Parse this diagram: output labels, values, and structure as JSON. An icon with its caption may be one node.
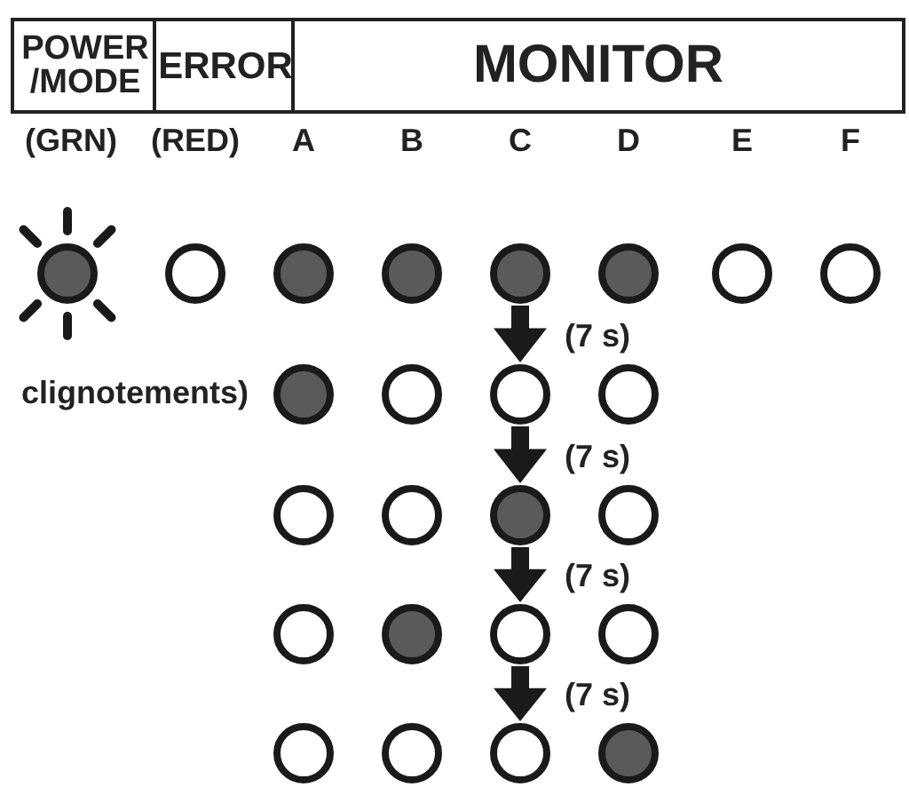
{
  "diagram": {
    "nodes": [
      {
        "text": [
          "POWER /MODE"
        ]
      },
      {
        "text": [
          "ERROR"
        ]
      },
      {
        "text": [
          "MONITOR"
        ]
      },
      {
        "text": [],
        "shape": "circle"
      },
      {
        "text": [],
        "shape": "circle"
      },
      {
        "text": [],
        "shape": "circle"
      },
      {
        "text": [],
        "shape": "circle"
      },
      {
        "text": [],
        "shape": "circle"
      },
      {
        "text": [],
        "shape": "circle"
      },
      {
        "text": [],
        "shape": "circle"
      },
      {
        "text": [],
        "shape": "circle"
      },
      {
        "text": [],
        "shape": "circle"
      },
      {
        "text": [],
        "shape": "circle"
      },
      {
        "text": [],
        "shape": "circle"
      },
      {
        "text": [],
        "shape": "circle"
      },
      {
        "text": [],
        "shape": "circle"
      },
      {
        "text": [],
        "shape": "circle"
      },
      {
        "text": [],
        "shape": "circle"
      },
      {
        "text": [],
        "shape": "circle"
      },
      {
        "text": [],
        "shape": "circle"
      },
      {
        "text": [],
        "shape": "circle"
      },
      {
        "text": [],
        "shape": "circle"
      },
      {
        "text": [],
        "shape": "circle"
      },
      {
        "text": [],
        "shape": "circle"
      },
      {
        "text": [],
        "shape": "circle"
      },
      {
        "text": [],
        "shape": "circle"
      },
      {
        "text": [],
        "shape": "circle"
      }
    ],
    "edges": [
      {
        "from": 7,
        "to": 13,
        "arrow": "to",
        "label": "(7 s)"
      },
      {
        "from": 13,
        "to": 17,
        "arrow": "to",
        "label": "(7 s)"
      },
      {
        "from": 17,
        "to": 21,
        "arrow": "to",
        "label": "(7 s)"
      },
      {
        "from": 21,
        "to": 25,
        "arrow": "to",
        "label": "(7 s)"
      }
    ],
    "labels": [
      "(GRN)",
      "(RED)",
      "A",
      "B",
      "C",
      "D",
      "E",
      "F",
      "clignotements)"
    ]
  }
}
